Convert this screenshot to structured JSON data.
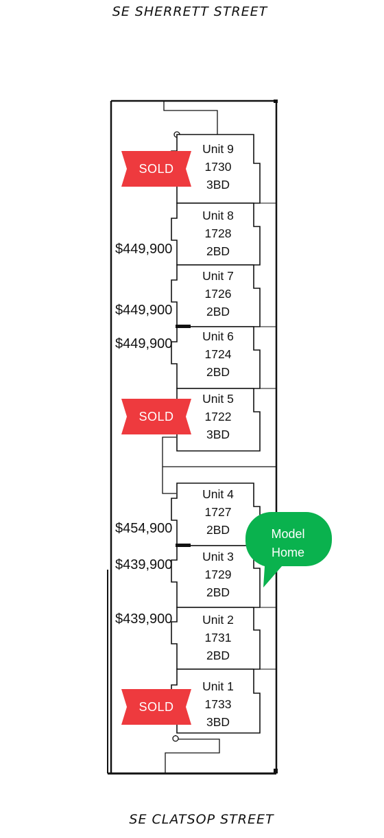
{
  "streets": {
    "top": "SE SHERRETT STREET",
    "bottom": "SE CLATSOP STREET"
  },
  "units": [
    {
      "name": "Unit 9",
      "address": "1730",
      "beds": "3BD",
      "status": "SOLD",
      "price": ""
    },
    {
      "name": "Unit 8",
      "address": "1728",
      "beds": "2BD",
      "status": "",
      "price": "$449,900"
    },
    {
      "name": "Unit 7",
      "address": "1726",
      "beds": "2BD",
      "status": "",
      "price": "$449,900"
    },
    {
      "name": "Unit 6",
      "address": "1724",
      "beds": "2BD",
      "status": "",
      "price": "$449,900"
    },
    {
      "name": "Unit 5",
      "address": "1722",
      "beds": "3BD",
      "status": "SOLD",
      "price": ""
    },
    {
      "name": "Unit 4",
      "address": "1727",
      "beds": "2BD",
      "status": "",
      "price": "$454,900"
    },
    {
      "name": "Unit 3",
      "address": "1729",
      "beds": "2BD",
      "status": "",
      "price": "$439,900"
    },
    {
      "name": "Unit 2",
      "address": "1731",
      "beds": "2BD",
      "status": "",
      "price": "$439,900"
    },
    {
      "name": "Unit 1",
      "address": "1733",
      "beds": "3BD",
      "status": "SOLD",
      "price": ""
    }
  ],
  "model_home": {
    "line1": "Model",
    "line2": "Home"
  },
  "colors": {
    "sold_banner": "#ee3a3e",
    "model_home_bubble": "#0ab24e",
    "lines": "#111111"
  },
  "icons": {
    "sold": "sold-ribbon-icon",
    "model_home": "speech-bubble-icon"
  }
}
